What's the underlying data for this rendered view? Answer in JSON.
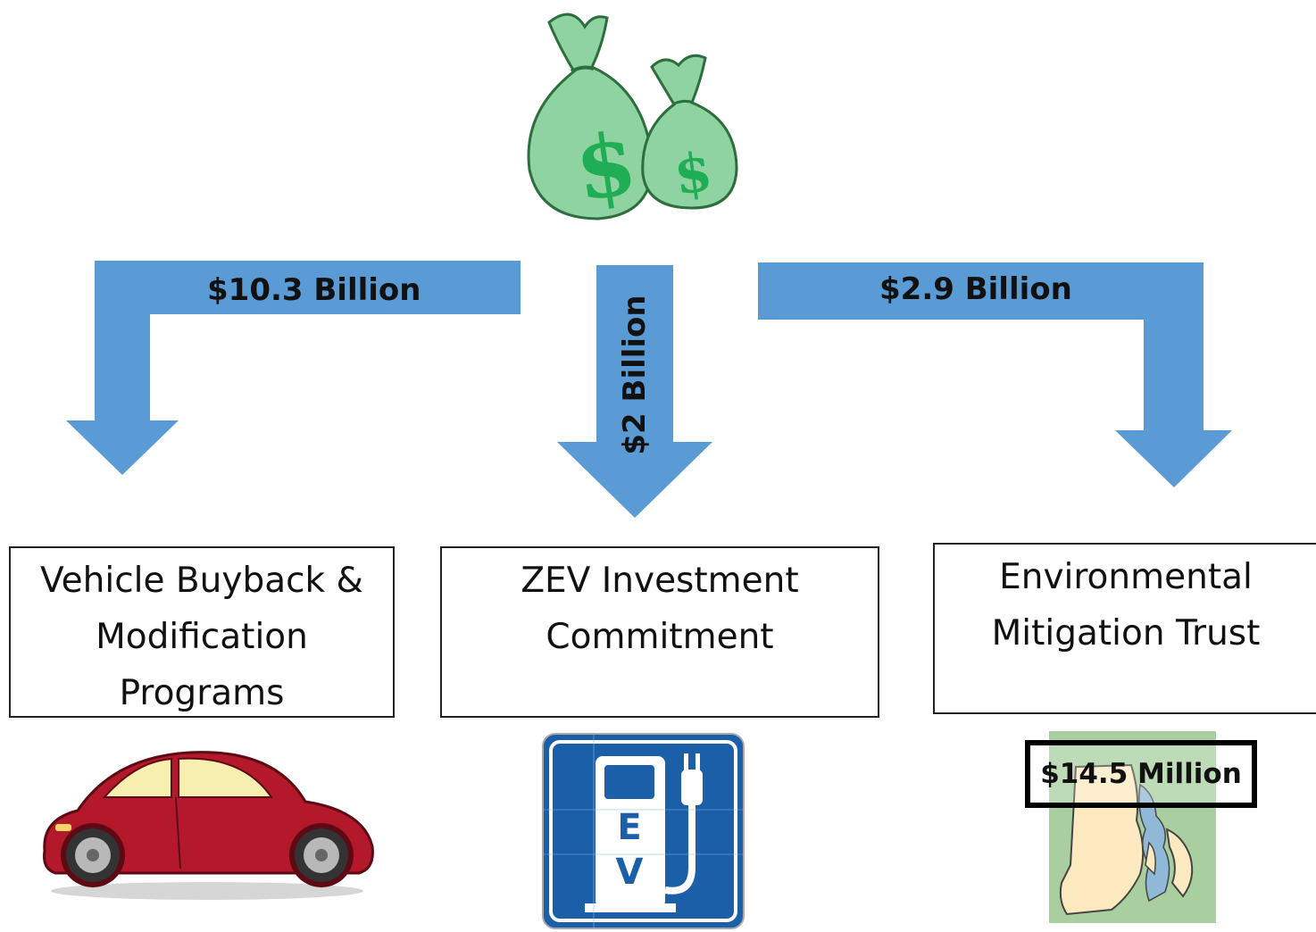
{
  "flows": {
    "left_amount": "$10.3 Billion",
    "center_amount": "$2 Billion",
    "right_amount": "$2.9 Billion"
  },
  "boxes": {
    "left": [
      "Vehicle Buyback &",
      "Modification",
      "Programs"
    ],
    "center": [
      "ZEV Investment",
      "Commitment"
    ],
    "right": [
      "Environmental",
      "Mitigation Trust"
    ]
  },
  "images": {
    "ev_sign_letters": [
      "E",
      "V"
    ],
    "state_map_amount": "$14.5 Million"
  },
  "icons": {
    "source": "money-bags-icon",
    "left": "car-icon",
    "center": "ev-charging-sign-icon",
    "right": "rhode-island-map-icon"
  },
  "colors": {
    "arrow": "#5b9bd5",
    "money_bag": "#8fd3a1",
    "dollar_sign": "#1fae55",
    "car_body": "#b3182b",
    "ev_sign": "#1a5fa8",
    "map_land": "#fde9bf",
    "map_background": "#a9cfa0"
  }
}
